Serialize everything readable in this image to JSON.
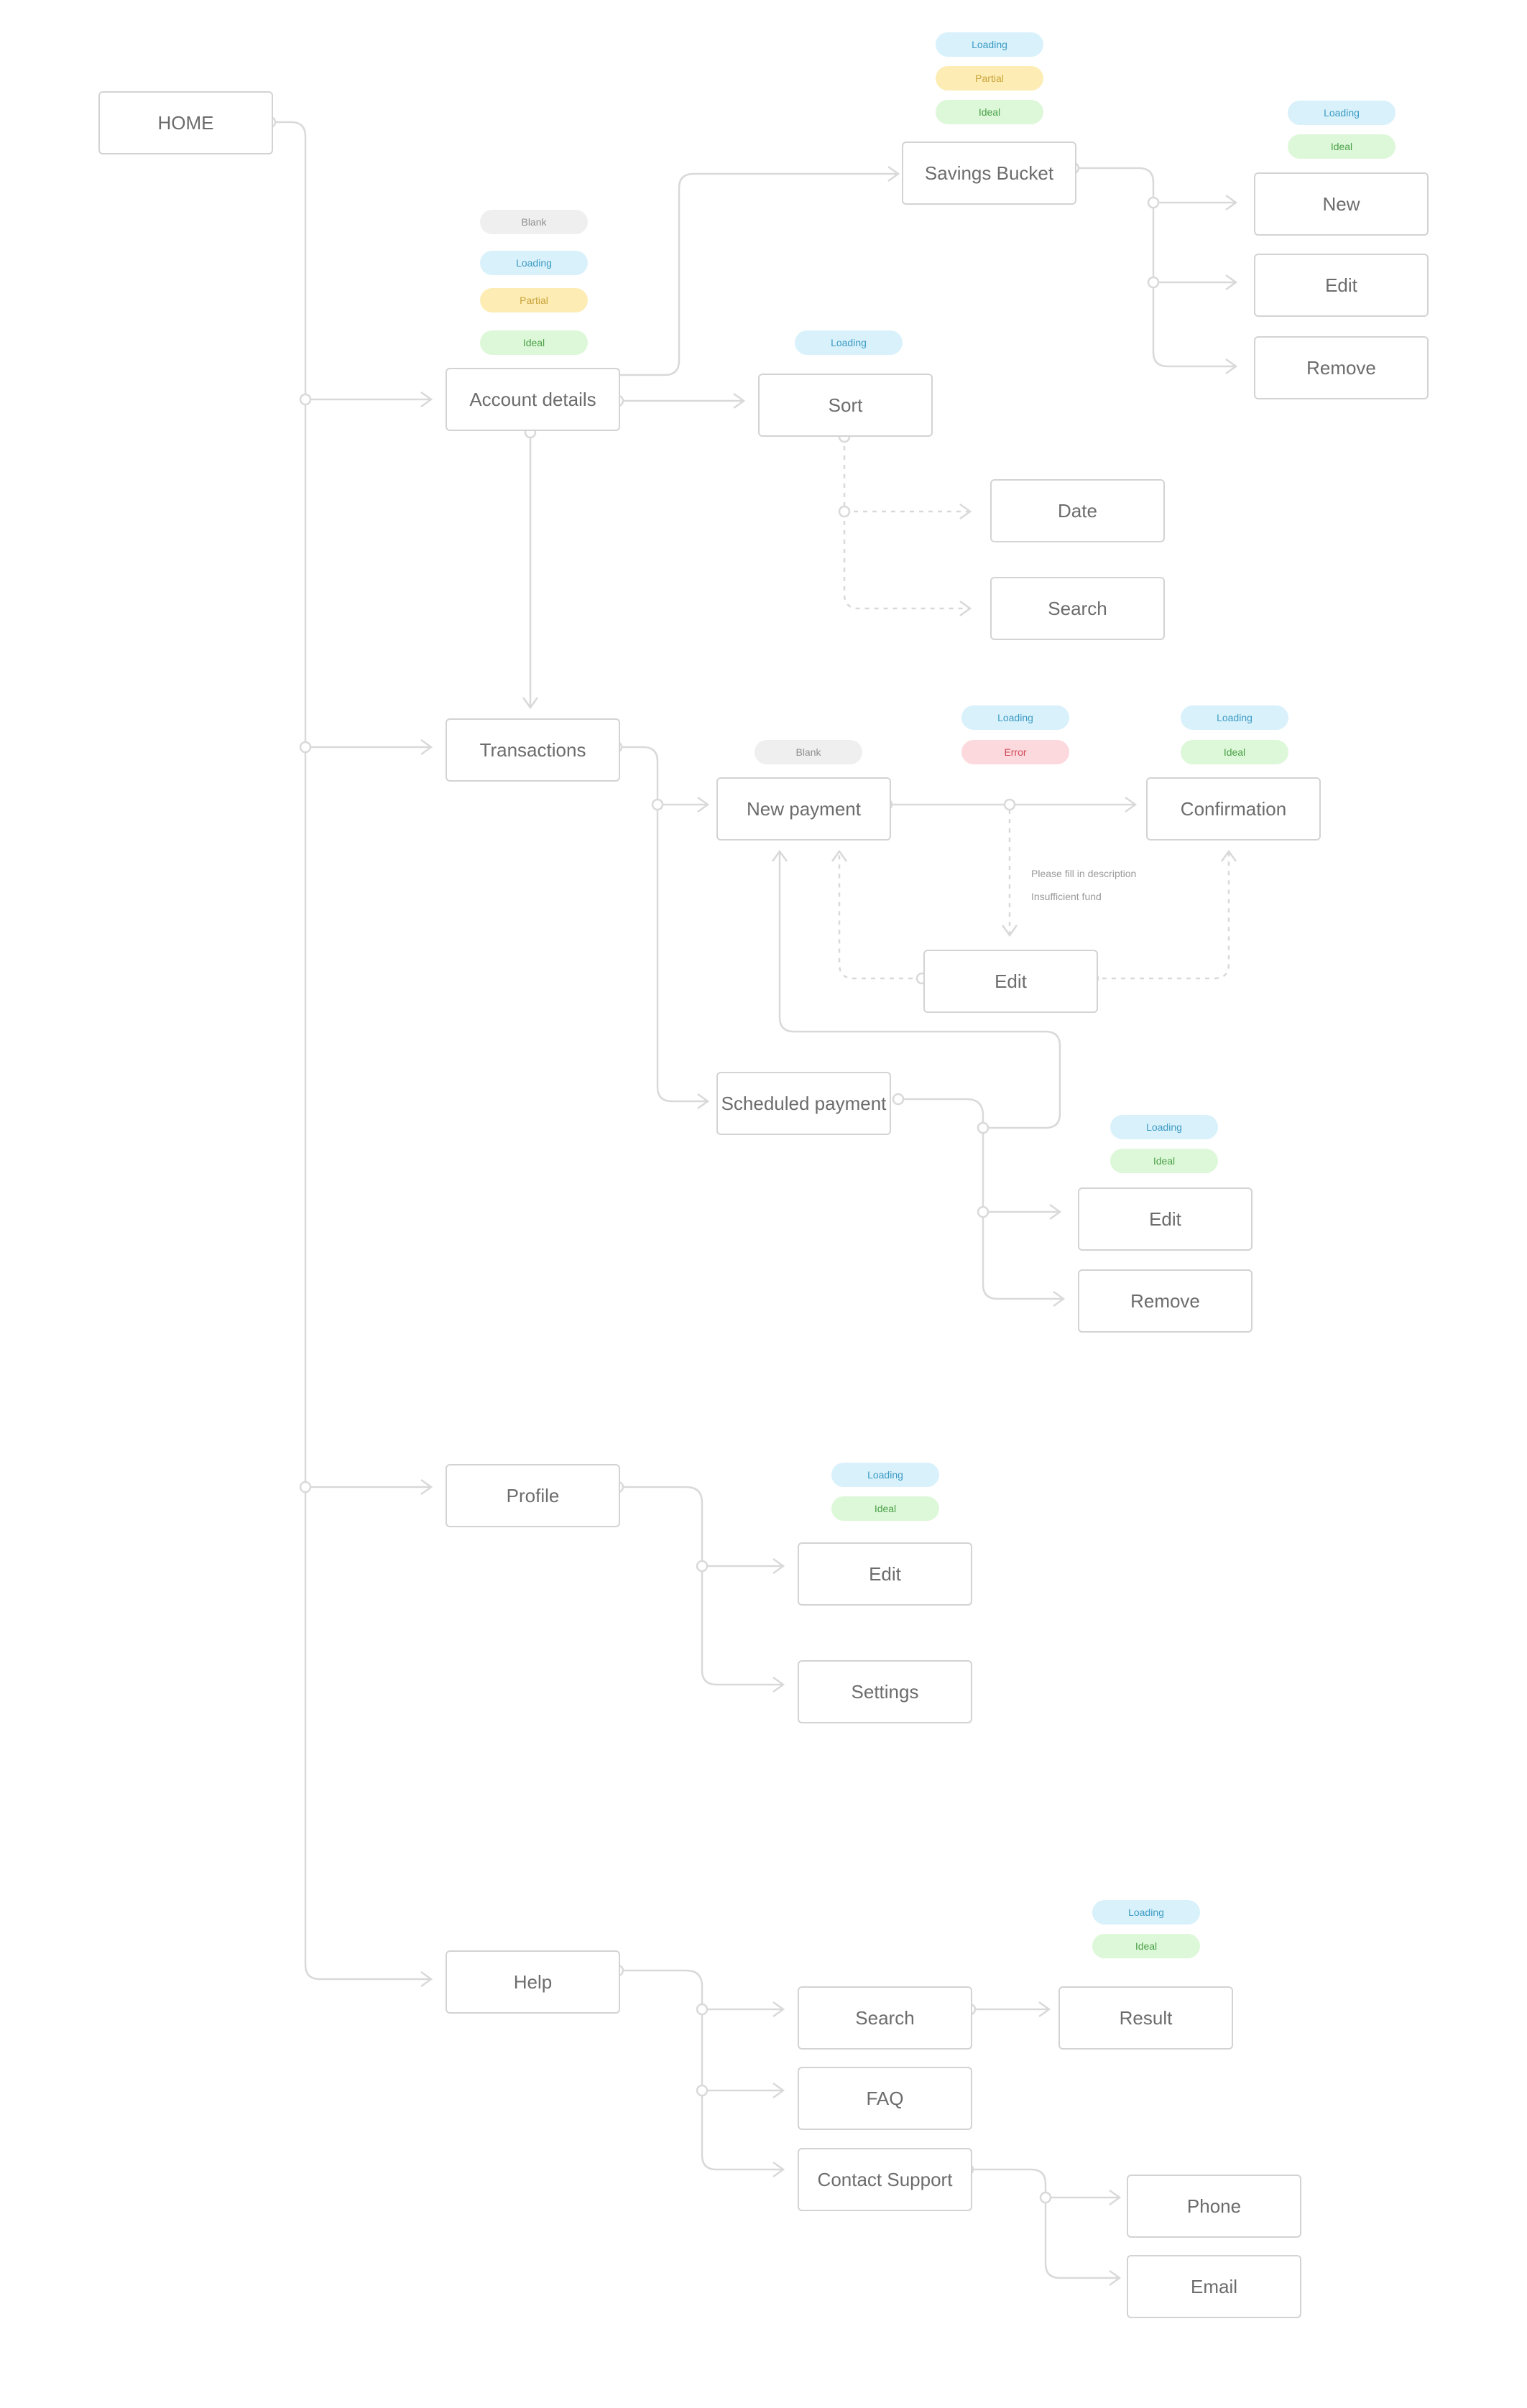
{
  "colors": {
    "line": "#d9d9d9",
    "node_border": "#d3d3d3",
    "node_text": "#6c6c6c"
  },
  "badge_styles": {
    "blank": {
      "bg": "#efefef",
      "fg": "#8f8f8f"
    },
    "loading": {
      "bg": "#d9f1fb",
      "fg": "#3c9bc4"
    },
    "partial": {
      "bg": "#fdedb4",
      "fg": "#c9a23a"
    },
    "ideal": {
      "bg": "#ddf8d8",
      "fg": "#4aa048"
    },
    "error": {
      "bg": "#fbd9dd",
      "fg": "#d24a5a"
    }
  },
  "nodes": [
    {
      "id": "home",
      "label": "HOME"
    },
    {
      "id": "savings-bucket",
      "label": "Savings Bucket"
    },
    {
      "id": "bucket-new",
      "label": "New"
    },
    {
      "id": "bucket-edit",
      "label": "Edit"
    },
    {
      "id": "bucket-remove",
      "label": "Remove"
    },
    {
      "id": "account-details",
      "label": "Account details"
    },
    {
      "id": "sort",
      "label": "Sort"
    },
    {
      "id": "sort-date",
      "label": "Date"
    },
    {
      "id": "sort-search",
      "label": "Search"
    },
    {
      "id": "transactions",
      "label": "Transactions"
    },
    {
      "id": "new-payment",
      "label": "New payment"
    },
    {
      "id": "confirmation",
      "label": "Confirmation"
    },
    {
      "id": "payment-edit",
      "label": "Edit"
    },
    {
      "id": "scheduled-payment",
      "label": "Scheduled payment"
    },
    {
      "id": "scheduled-edit",
      "label": "Edit"
    },
    {
      "id": "scheduled-remove",
      "label": "Remove"
    },
    {
      "id": "profile",
      "label": "Profile"
    },
    {
      "id": "profile-edit",
      "label": "Edit"
    },
    {
      "id": "profile-settings",
      "label": "Settings"
    },
    {
      "id": "help",
      "label": "Help"
    },
    {
      "id": "help-search",
      "label": "Search"
    },
    {
      "id": "help-result",
      "label": "Result"
    },
    {
      "id": "help-faq",
      "label": "FAQ"
    },
    {
      "id": "contact-support",
      "label": "Contact Support"
    },
    {
      "id": "support-phone",
      "label": "Phone"
    },
    {
      "id": "support-email",
      "label": "Email"
    }
  ],
  "badges": [
    {
      "target": "savings-bucket",
      "label": "Loading",
      "style": "loading"
    },
    {
      "target": "savings-bucket",
      "label": "Partial",
      "style": "partial"
    },
    {
      "target": "savings-bucket",
      "label": "Ideal",
      "style": "ideal"
    },
    {
      "target": "bucket-new",
      "label": "Loading",
      "style": "loading"
    },
    {
      "target": "bucket-new",
      "label": "Ideal",
      "style": "ideal"
    },
    {
      "target": "account-details",
      "label": "Blank",
      "style": "blank"
    },
    {
      "target": "account-details",
      "label": "Loading",
      "style": "loading"
    },
    {
      "target": "account-details",
      "label": "Partial",
      "style": "partial"
    },
    {
      "target": "account-details",
      "label": "Ideal",
      "style": "ideal"
    },
    {
      "target": "sort",
      "label": "Loading",
      "style": "loading"
    },
    {
      "target": "new-payment",
      "label": "Blank",
      "style": "blank"
    },
    {
      "target": "new-payment",
      "label": "Loading",
      "style": "loading"
    },
    {
      "target": "new-payment",
      "label": "Error",
      "style": "error"
    },
    {
      "target": "confirmation",
      "label": "Loading",
      "style": "loading"
    },
    {
      "target": "confirmation",
      "label": "Ideal",
      "style": "ideal"
    },
    {
      "target": "scheduled-edit",
      "label": "Loading",
      "style": "loading"
    },
    {
      "target": "scheduled-edit",
      "label": "Ideal",
      "style": "ideal"
    },
    {
      "target": "profile-edit",
      "label": "Loading",
      "style": "loading"
    },
    {
      "target": "profile-edit",
      "label": "Ideal",
      "style": "ideal"
    },
    {
      "target": "help-result",
      "label": "Loading",
      "style": "loading"
    },
    {
      "target": "help-result",
      "label": "Ideal",
      "style": "ideal"
    }
  ],
  "notes": [
    {
      "id": "note-description",
      "label": "Please fill in description"
    },
    {
      "id": "note-funds",
      "label": "Insufficient fund"
    }
  ]
}
